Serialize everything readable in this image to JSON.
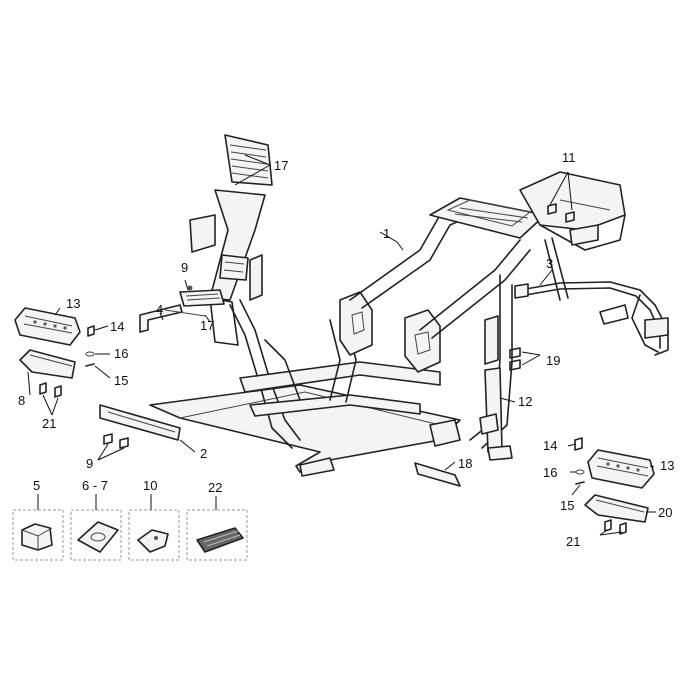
{
  "callouts": {
    "c1": "1",
    "c2": "2",
    "c3": "3",
    "c4": "4",
    "c5": "5",
    "c67": "6 - 7",
    "c8": "8",
    "c9a": "9",
    "c9b": "9",
    "c10": "10",
    "c11": "11",
    "c12": "12",
    "c13a": "13",
    "c13b": "13",
    "c14a": "14",
    "c14b": "14",
    "c15a": "15",
    "c15b": "15",
    "c16a": "16",
    "c16b": "16",
    "c17a": "17",
    "c17b": "17",
    "c18": "18",
    "c19": "19",
    "c20": "20",
    "c21a": "21",
    "c21b": "21",
    "c22": "22"
  }
}
